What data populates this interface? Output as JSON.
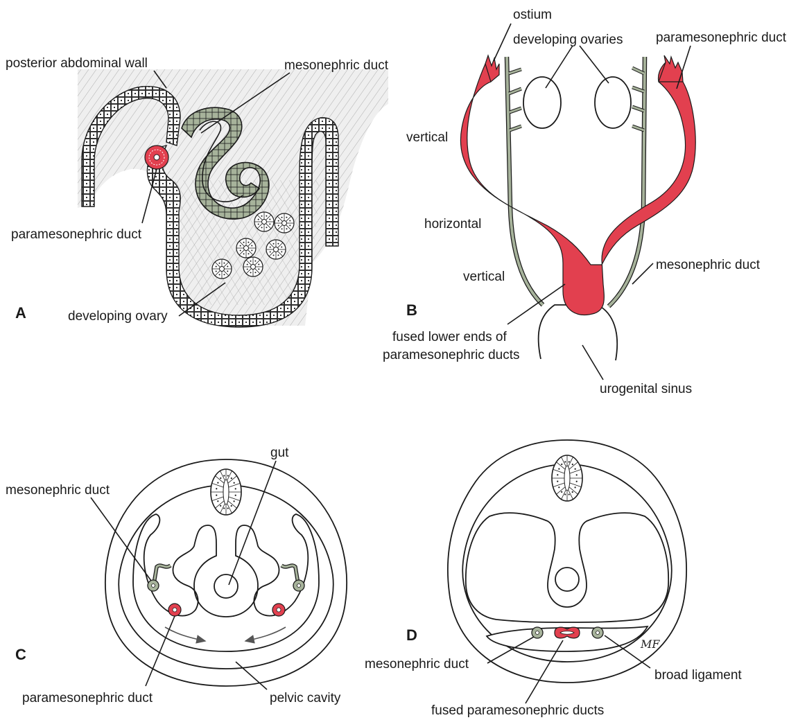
{
  "colors": {
    "paramesonephric": "#e2404f",
    "mesonephric": "#a7b39b",
    "outline": "#1a1a1a"
  },
  "panels": {
    "A": {
      "letter": "A",
      "labels": {
        "posterior_wall": "posterior abdominal wall",
        "mesonephric": "mesonephric duct",
        "paramesonephric": "paramesonephric duct",
        "ovary": "developing ovary"
      }
    },
    "B": {
      "letter": "B",
      "labels": {
        "ostium": "ostium",
        "ovaries": "developing ovaries",
        "paramesonephric": "paramesonephric duct",
        "vertical_upper": "vertical",
        "horizontal": "horizontal",
        "vertical_lower": "vertical",
        "mesonephric": "mesonephric duct",
        "fused_line1": "fused lower ends of",
        "fused_line2": "paramesonephric ducts",
        "urogenital": "urogenital sinus"
      }
    },
    "C": {
      "letter": "C",
      "labels": {
        "gut": "gut",
        "mesonephric": "mesonephric duct",
        "paramesonephric": "paramesonephric duct",
        "pelvic": "pelvic cavity"
      }
    },
    "D": {
      "letter": "D",
      "labels": {
        "mesonephric": "mesonephric duct",
        "broad": "broad ligament",
        "fused": "fused paramesonephric ducts"
      },
      "signature": "MF"
    }
  }
}
